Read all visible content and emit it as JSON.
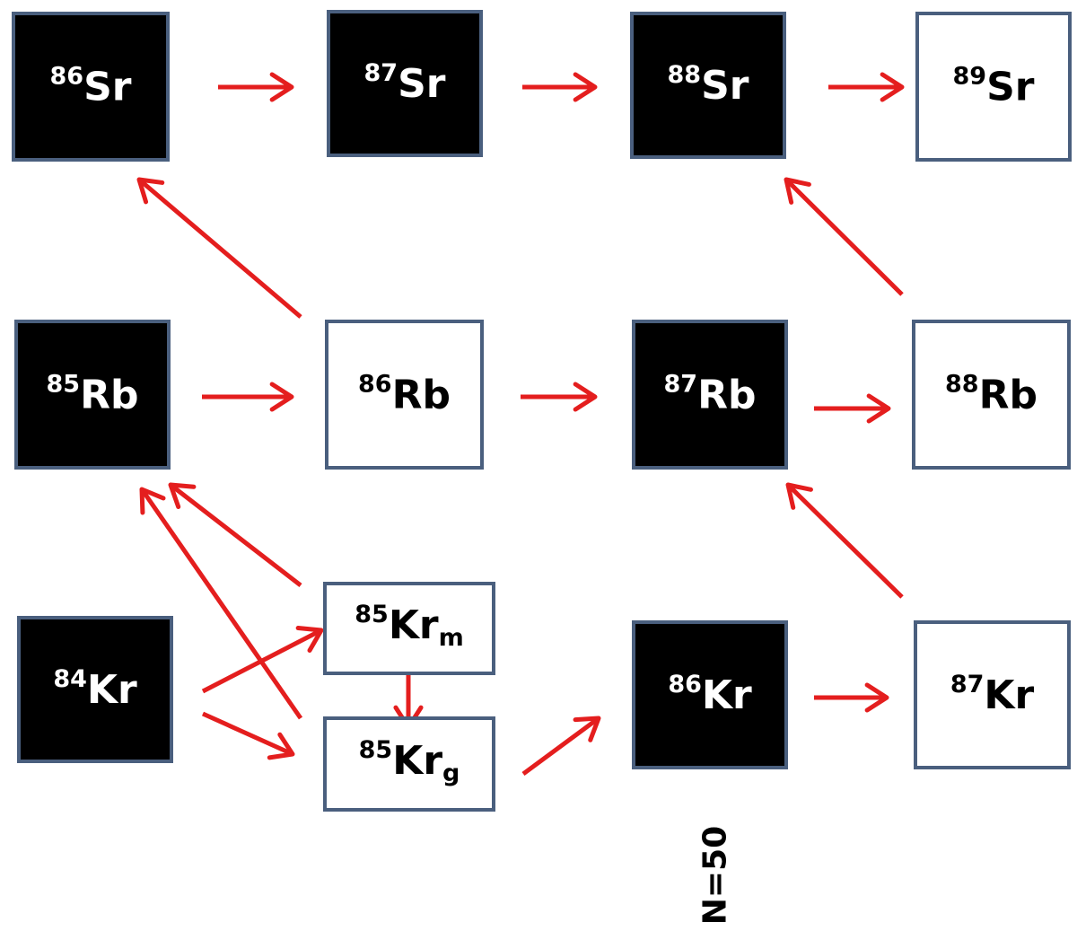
{
  "nodes": [
    {
      "id": "sr86",
      "mass": "86",
      "symbol": "Sr",
      "sub": "",
      "stable": true
    },
    {
      "id": "sr87",
      "mass": "87",
      "symbol": "Sr",
      "sub": "",
      "stable": true
    },
    {
      "id": "sr88",
      "mass": "88",
      "symbol": "Sr",
      "sub": "",
      "stable": true
    },
    {
      "id": "sr89",
      "mass": "89",
      "symbol": "Sr",
      "sub": "",
      "stable": false
    },
    {
      "id": "rb85",
      "mass": "85",
      "symbol": "Rb",
      "sub": "",
      "stable": true
    },
    {
      "id": "rb86",
      "mass": "86",
      "symbol": "Rb",
      "sub": "",
      "stable": false
    },
    {
      "id": "rb87",
      "mass": "87",
      "symbol": "Rb",
      "sub": "",
      "stable": true
    },
    {
      "id": "rb88",
      "mass": "88",
      "symbol": "Rb",
      "sub": "",
      "stable": false
    },
    {
      "id": "kr84",
      "mass": "84",
      "symbol": "Kr",
      "sub": "",
      "stable": true
    },
    {
      "id": "kr85m",
      "mass": "85",
      "symbol": "Kr",
      "sub": "m",
      "stable": false
    },
    {
      "id": "kr85g",
      "mass": "85",
      "symbol": "Kr",
      "sub": "g",
      "stable": false
    },
    {
      "id": "kr86",
      "mass": "86",
      "symbol": "Kr",
      "sub": "",
      "stable": true
    },
    {
      "id": "kr87",
      "mass": "87",
      "symbol": "Kr",
      "sub": "",
      "stable": false
    }
  ],
  "edges": [
    {
      "from": "sr86",
      "to": "sr87"
    },
    {
      "from": "sr87",
      "to": "sr88"
    },
    {
      "from": "sr88",
      "to": "sr89"
    },
    {
      "from": "rb86",
      "to": "sr86"
    },
    {
      "from": "rb88",
      "to": "sr88"
    },
    {
      "from": "rb85",
      "to": "rb86"
    },
    {
      "from": "rb86",
      "to": "rb87"
    },
    {
      "from": "rb87",
      "to": "rb88"
    },
    {
      "from": "kr85m",
      "to": "rb85"
    },
    {
      "from": "kr85g",
      "to": "rb85"
    },
    {
      "from": "kr87",
      "to": "rb87"
    },
    {
      "from": "kr84",
      "to": "kr85m"
    },
    {
      "from": "kr84",
      "to": "kr85g"
    },
    {
      "from": "kr85m",
      "to": "kr85g"
    },
    {
      "from": "kr85g",
      "to": "kr86"
    },
    {
      "from": "kr86",
      "to": "kr87"
    }
  ],
  "shell_label": "N=50",
  "colors": {
    "stable_fill": "#000000",
    "unstable_fill": "#ffffff",
    "border": "#4a5f7e",
    "arrow": "#e41e1e"
  }
}
